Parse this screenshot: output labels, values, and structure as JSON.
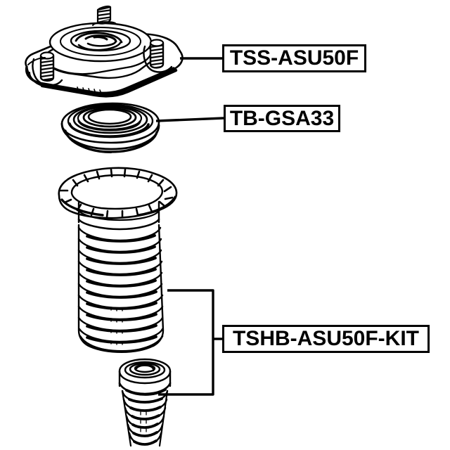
{
  "diagram": {
    "title": "Suspension strut mount assembly exploded diagram",
    "background_color": "#ffffff",
    "line_color": "#000000",
    "parts": [
      {
        "id": "strut-mount",
        "name": "strut-mount",
        "part_number": "TSS-ASU50F",
        "description": "Suspension strut support mount with threaded studs"
      },
      {
        "id": "strut-bearing",
        "name": "strut-bearing",
        "part_number": "TB-GSA33",
        "description": "Strut mount thrust bearing ring"
      },
      {
        "id": "dust-boot-kit",
        "name": "shock-absorber-boot-kit",
        "part_number": "TSHB-ASU50F-KIT",
        "description": "Shock absorber bellows dust boot with bump stop"
      }
    ],
    "labels": [
      {
        "id": "label-tss",
        "text": "TSS-ASU50F"
      },
      {
        "id": "label-tb",
        "text": "TB-GSA33"
      },
      {
        "id": "label-tshb",
        "text": "TSHB-ASU50F-KIT"
      }
    ]
  }
}
